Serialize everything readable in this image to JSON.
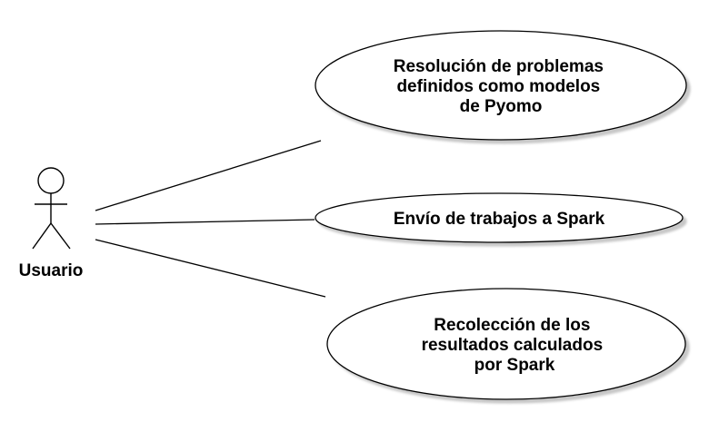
{
  "actor": {
    "name": "Usuario"
  },
  "use_cases": [
    {
      "lines": [
        "Resolución de problemas",
        "definidos como modelos",
        "de Pyomo"
      ]
    },
    {
      "lines": [
        "Envío de trabajos a Spark"
      ]
    },
    {
      "lines": [
        "Recolección de los",
        "resultados calculados",
        "por Spark"
      ]
    }
  ],
  "colors": {
    "stroke": "#000000",
    "fill": "#ffffff",
    "shadow": "#c8c8c8"
  }
}
